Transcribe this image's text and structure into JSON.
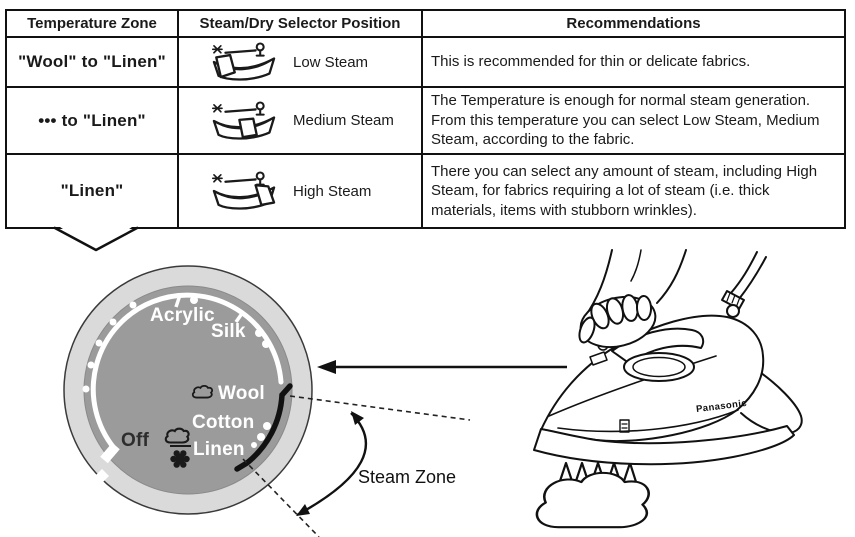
{
  "table": {
    "headers": [
      "Temperature Zone",
      "Steam/Dry Selector Position",
      "Recommendations"
    ],
    "rows": [
      {
        "zone": "\"Wool\" to \"Linen\"",
        "selector_icon": "steam-selector-low-icon",
        "steam_level": "Low Steam",
        "recommendation": "This is recommended for thin or delicate fabrics."
      },
      {
        "zone": "••• to \"Linen\"",
        "selector_icon": "steam-selector-medium-icon",
        "steam_level": "Medium Steam",
        "recommendation": "The Temperature is enough for normal steam generation. From this temperature you can select Low Steam, Medium Steam, according to the fabric."
      },
      {
        "zone": "\"Linen\"",
        "selector_icon": "steam-selector-high-icon",
        "steam_level": "High Steam",
        "recommendation": "There you can select any amount of steam, including High Steam, for fabrics requiring a lot of steam (i.e. thick materials, items with stubborn wrinkles)."
      }
    ]
  },
  "dial": {
    "labels": {
      "acrylic": "Acrylic",
      "silk": "Silk",
      "wool": "Wool",
      "cotton": "Cotton",
      "linen": "Linen",
      "off": "Off"
    },
    "colors": {
      "outer_ring": "#dadada",
      "face": "#9b9b9b",
      "markings": "#ffffff",
      "steam_zone_arc": "#111111",
      "off_text": "#2d2d2d"
    },
    "icons": [
      "wool-steam-icon",
      "linen-steam-icon",
      "linen-spray-icon"
    ]
  },
  "annotations": {
    "steam_zone_label": "Steam Zone"
  },
  "iron": {
    "brand_label": "Panasonic"
  }
}
